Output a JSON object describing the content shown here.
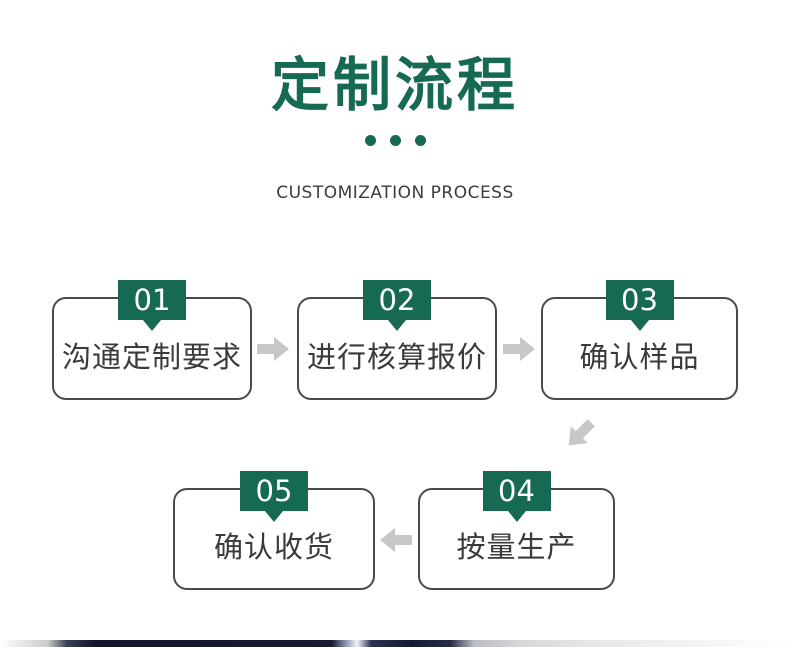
{
  "header": {
    "title": "定制流程",
    "subtitle": "CUSTOMIZATION PROCESS",
    "dots_count": 3
  },
  "colors": {
    "accent_green": "#166a54",
    "box_border": "#4a4a4a",
    "box_text": "#3a3a3a",
    "arrow_gray": "#c7c7c7",
    "badge_text": "#ffffff",
    "photo_strip_dominant": "#171c30"
  },
  "steps": [
    {
      "number": "01",
      "label": "沟通定制要求"
    },
    {
      "number": "02",
      "label": "进行核算报价"
    },
    {
      "number": "03",
      "label": "确认样品"
    },
    {
      "number": "04",
      "label": "按量生产"
    },
    {
      "number": "05",
      "label": "确认收货"
    }
  ],
  "flow_arrows": [
    {
      "from": "01",
      "to": "02",
      "direction": "right"
    },
    {
      "from": "02",
      "to": "03",
      "direction": "right"
    },
    {
      "from": "03",
      "to": "04",
      "direction": "down-left"
    },
    {
      "from": "04",
      "to": "05",
      "direction": "left"
    }
  ]
}
